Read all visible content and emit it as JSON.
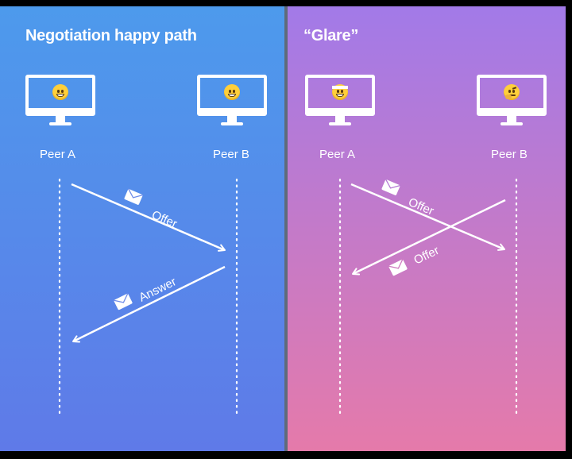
{
  "left_panel": {
    "title": "Negotiation happy path",
    "peer_a": "Peer A",
    "peer_b": "Peer B",
    "messages": [
      {
        "label": "Offer",
        "from": "Peer A",
        "to": "Peer B"
      },
      {
        "label": "Answer",
        "from": "Peer B",
        "to": "Peer A"
      }
    ]
  },
  "right_panel": {
    "title": "“Glare”",
    "peer_a": "Peer A",
    "peer_b": "Peer B",
    "messages": [
      {
        "label": "Offer",
        "from": "Peer A",
        "to": "Peer B"
      },
      {
        "label": "Offer",
        "from": "Peer B",
        "to": "Peer A"
      }
    ]
  },
  "icons": {
    "monitor": "monitor-icon",
    "envelope": "envelope-icon",
    "grinning_face": "grinning-face-icon",
    "exploding_head": "exploding-head-icon",
    "thinking_face": "thinking-face-icon"
  },
  "colors": {
    "left_gradient_top": "#4d9aec",
    "left_gradient_bottom": "#5f7ae8",
    "right_gradient_top": "#a27ae8",
    "right_gradient_bottom": "#e57aaa",
    "foreground": "#ffffff"
  }
}
